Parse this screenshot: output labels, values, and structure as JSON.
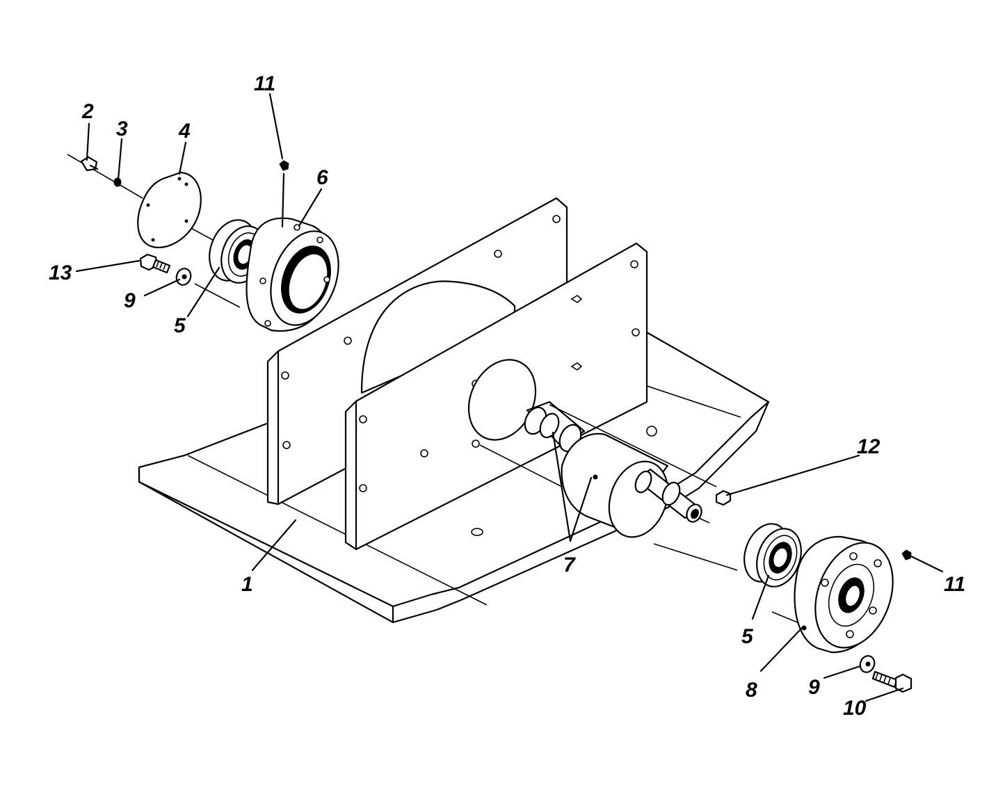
{
  "diagram": {
    "callouts": {
      "c1": "1",
      "c2": "2",
      "c3": "3",
      "c4": "4",
      "c5_left": "5",
      "c5_right": "5",
      "c6": "6",
      "c7": "7",
      "c8": "8",
      "c9_left": "9",
      "c9_right": "9",
      "c10": "10",
      "c11_left": "11",
      "c11_right": "11",
      "c12": "12",
      "c13": "13"
    }
  }
}
